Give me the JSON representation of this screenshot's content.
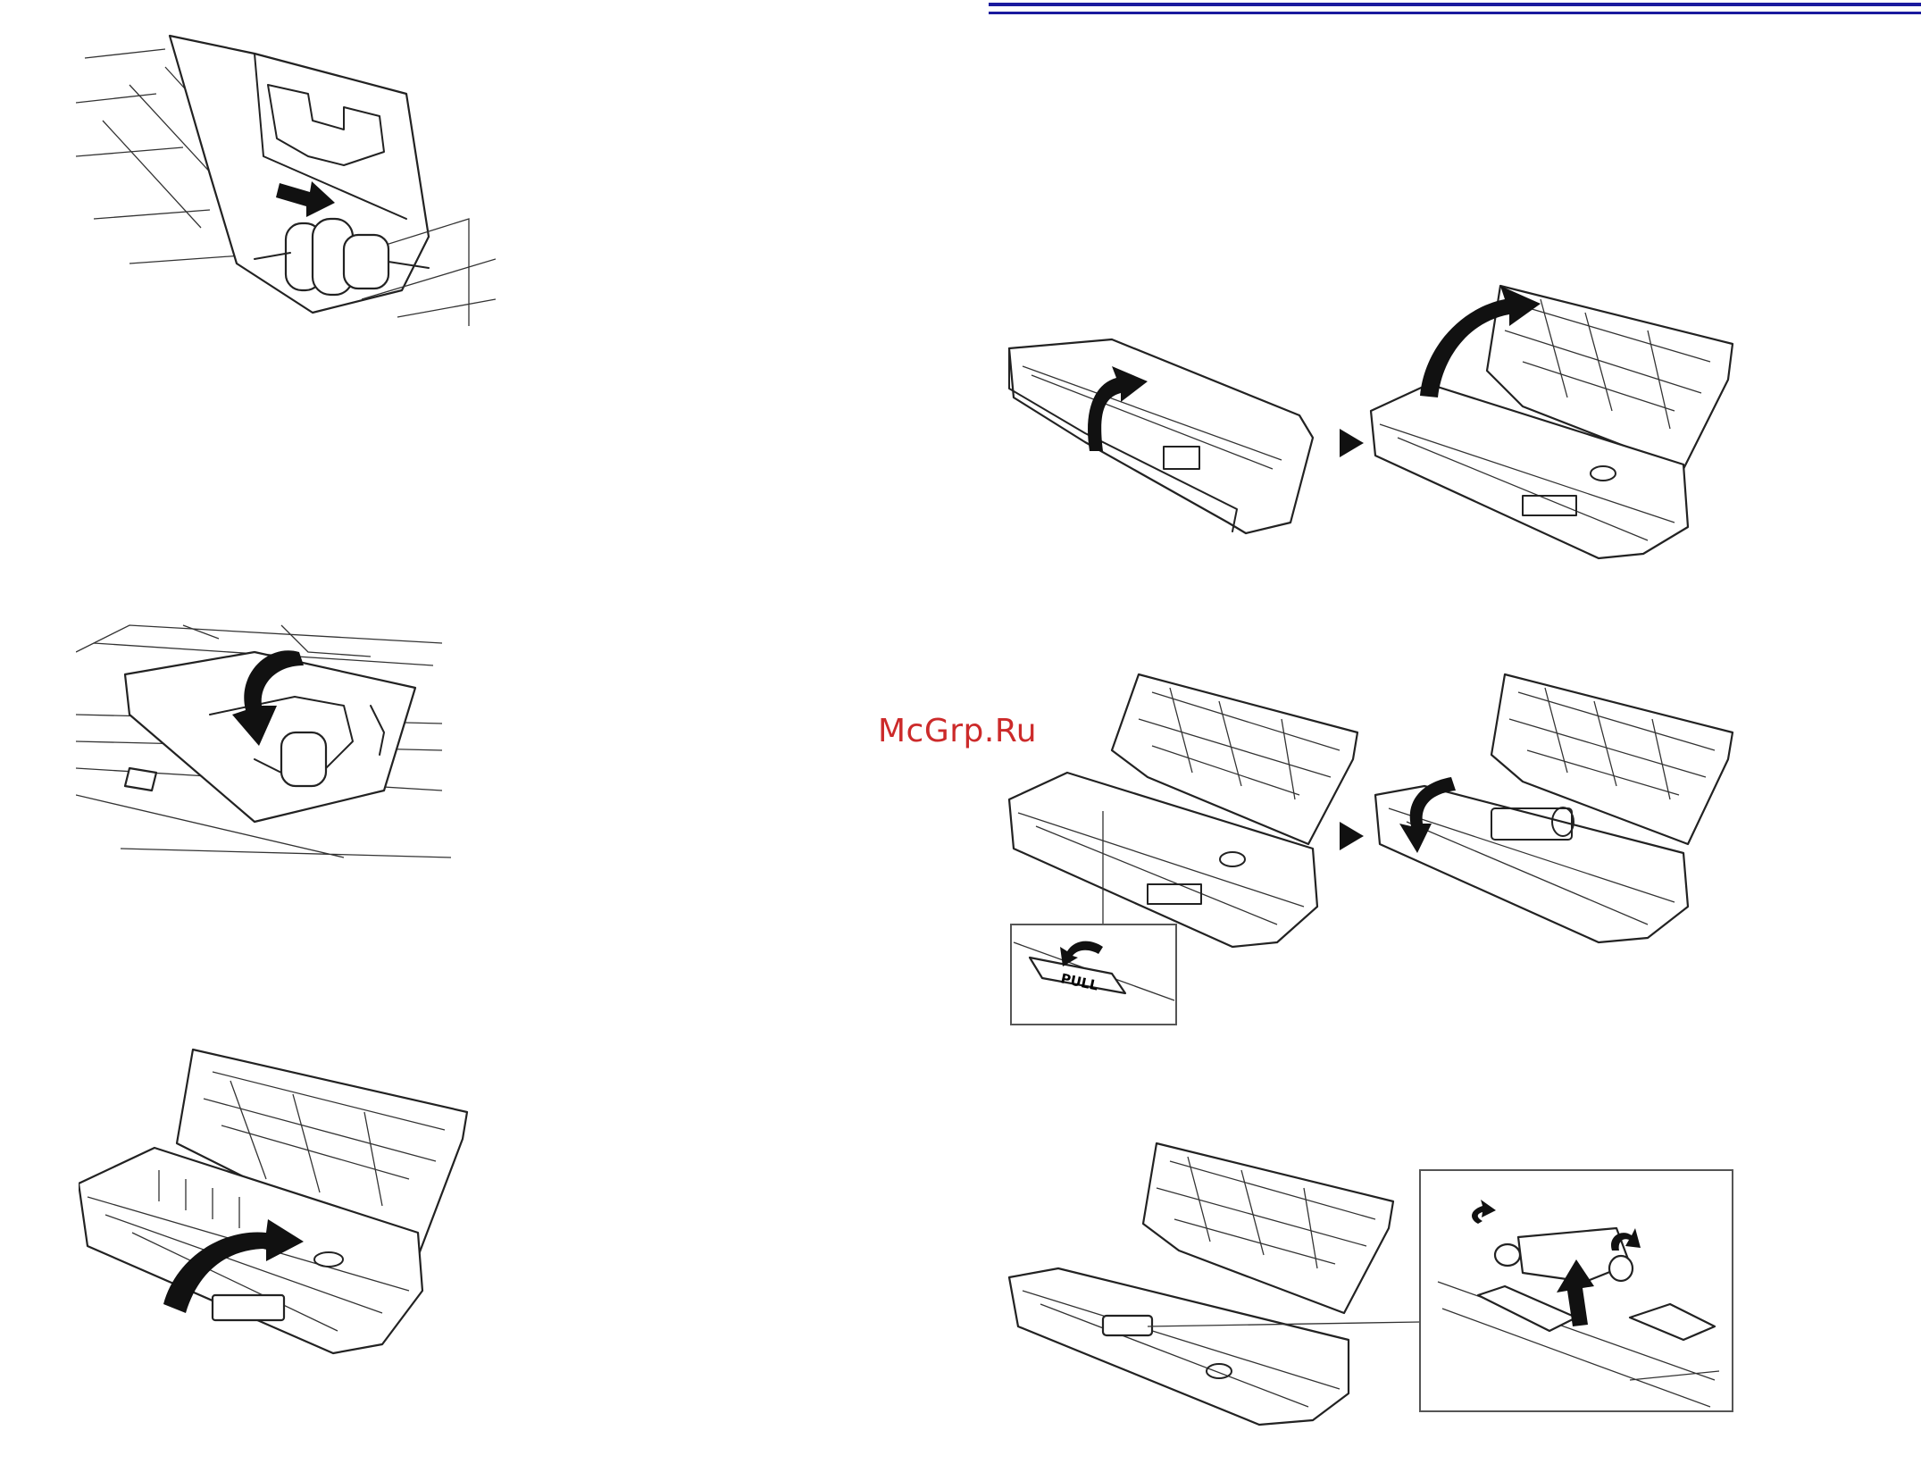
{
  "header": {
    "rule_color": "#1a1a9e"
  },
  "watermark": {
    "text": "McGrp.Ru",
    "color": "#cc2a2a"
  },
  "callout": {
    "pull_label": "PULL"
  },
  "figures": [
    {
      "name": "feed-roller-slide-out",
      "arrow": "arrow-right-icon"
    },
    {
      "name": "roller-cover-close",
      "arrow": "curved-arrow-down-icon"
    },
    {
      "name": "front-unit-close",
      "arrow": "curved-arrow-up-icon"
    },
    {
      "name": "open-top-cover",
      "arrow": "curved-arrow-icon"
    },
    {
      "name": "open-front-unit-pull",
      "arrow": "curved-arrow-left-icon"
    },
    {
      "name": "remove-retard-roller-cover",
      "arrow": "arrow-up-icon"
    }
  ]
}
